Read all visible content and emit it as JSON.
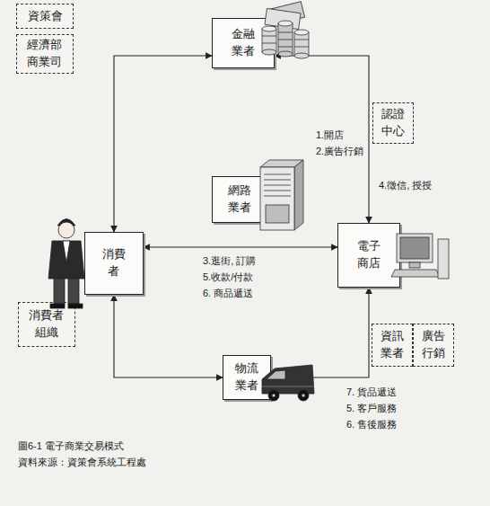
{
  "diagram": {
    "caption": "圖6-1 電子商業交易模式",
    "nodes": [
      {
        "text": [
          "資策會"
        ]
      },
      {
        "text": [
          "經濟部 商業司"
        ]
      },
      {
        "text": [
          "金融 業者"
        ]
      },
      {
        "text": [
          "認證 中心"
        ]
      },
      {
        "text": [
          "網路 業者"
        ]
      },
      {
        "text": [
          "消費 者"
        ]
      },
      {
        "text": [
          "電子 商店"
        ]
      },
      {
        "text": [
          "消費者 組織"
        ]
      },
      {
        "text": [
          "資訊 業者"
        ]
      },
      {
        "text": [
          "廣告 行銷"
        ]
      },
      {
        "text": [
          "物流 業者"
        ]
      }
    ],
    "edges": [
      {
        "from": 5,
        "to": 2,
        "arrow": "both"
      },
      {
        "from": 2,
        "to": 6,
        "arrow": "both"
      },
      {
        "from": 5,
        "to": 6,
        "arrow": "both"
      },
      {
        "from": 5,
        "to": 10,
        "arrow": "both"
      },
      {
        "from": 10,
        "to": 6,
        "arrow": "both"
      }
    ],
    "labels": [
      "1.開店",
      "2.廣告行銷",
      "4.徵信, 授授",
      "3.逛街, 訂購",
      "5.收款/付款",
      "6. 商品遞送",
      "7. 貨品遞送",
      "5. 客戶服務",
      "6. 售後服務",
      "資料來源：資策會系統工程處"
    ]
  }
}
